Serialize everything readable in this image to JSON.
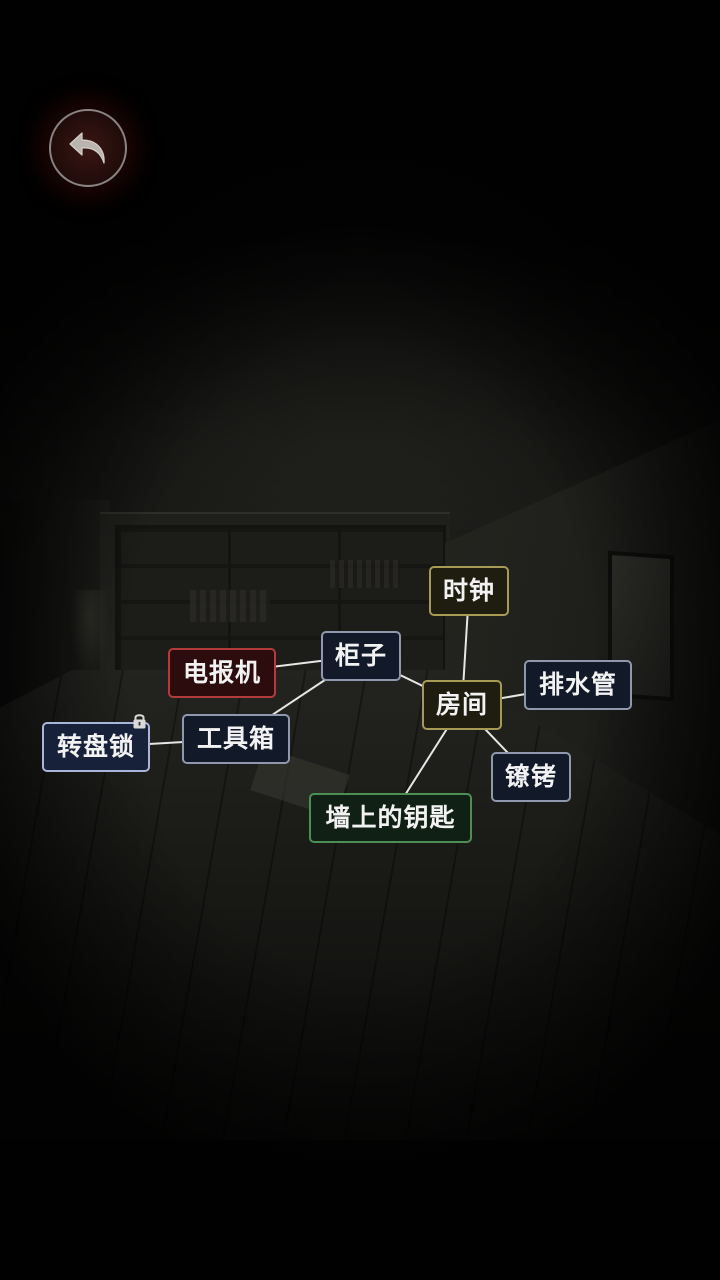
{
  "nodes": {
    "clock": "时钟",
    "cabinet": "柜子",
    "telegraph": "电报机",
    "room": "房间",
    "drain_pipe": "排水管",
    "toolbox": "工具箱",
    "dial_lock": "转盘锁",
    "shackles": "镣铐",
    "wall_key": "墙上的钥匙"
  },
  "links": [
    [
      "clock",
      "room"
    ],
    [
      "cabinet",
      "room"
    ],
    [
      "cabinet",
      "telegraph"
    ],
    [
      "cabinet",
      "toolbox"
    ],
    [
      "toolbox",
      "dial_lock"
    ],
    [
      "room",
      "drain_pipe"
    ],
    [
      "room",
      "shackles"
    ],
    [
      "room",
      "wall_key"
    ]
  ],
  "icons": {
    "back": "back-arrow-icon",
    "lock": "lock-icon"
  },
  "colors": {
    "node_blue_border": "#9098ad",
    "node_yellow_border": "#a79a55",
    "node_red_border": "#b43b3c",
    "node_green_border": "#4c8f55"
  }
}
